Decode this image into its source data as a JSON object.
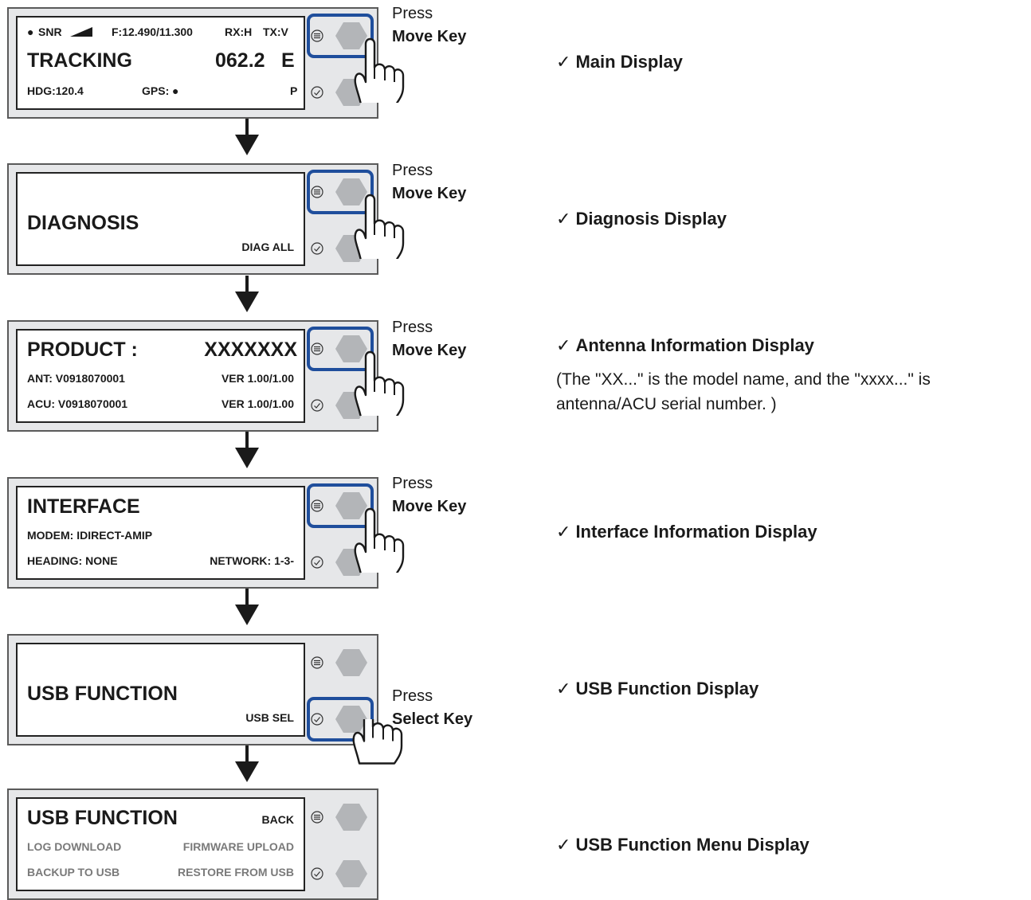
{
  "steps": [
    {
      "lcd": {
        "l1a": "SNR",
        "l1b": "F:12.490/11.300",
        "l1c": "RX:H",
        "l1d": "TX:V",
        "big": "TRACKING",
        "bigval": "062.2",
        "bigdir": "E",
        "l3a": "HDG:120.4",
        "l3b": "GPS:",
        "l3c": "P"
      },
      "press": "Press",
      "key": "Move Key",
      "desc": "Main Display"
    },
    {
      "lcd": {
        "big": "DIAGNOSIS",
        "l3": "DIAG ALL"
      },
      "press": "Press",
      "key": "Move Key",
      "desc": "Diagnosis Display"
    },
    {
      "lcd": {
        "big": "PRODUCT :",
        "bigval": "XXXXXXX",
        "l2a": "ANT: V0918070001",
        "l2b": "VER 1.00/1.00",
        "l3a": "ACU: V0918070001",
        "l3b": "VER 1.00/1.00"
      },
      "press": "Press",
      "key": "Move Key",
      "desc": "Antenna Information Display",
      "note": "(The \"XX...\" is the model name, and the \"xxxx...\" is antenna/ACU serial number. )"
    },
    {
      "lcd": {
        "big": "INTERFACE",
        "l2": "MODEM: IDIRECT-AMIP",
        "l3a": "HEADING: NONE",
        "l3b": "NETWORK: 1-3-"
      },
      "press": "Press",
      "key": "Move Key",
      "desc": "Interface Information Display"
    },
    {
      "lcd": {
        "big": "USB FUNCTION",
        "l3": "USB SEL"
      },
      "press": "Press",
      "key": "Select Key",
      "desc": "USB Function Display"
    },
    {
      "lcd": {
        "big": "USB FUNCTION",
        "back": "BACK",
        "l2a": "LOG DOWNLOAD",
        "l2b": "FIRMWARE UPLOAD",
        "l3a": "BACKUP TO USB",
        "l3b": "RESTORE FROM USB"
      },
      "desc": "USB Function Menu Display"
    }
  ],
  "icons": {
    "check": "✓",
    "menu": "menu-key-icon",
    "select": "select-key-icon",
    "hand": "pressing-hand-icon",
    "arrow": "down-arrow-icon"
  },
  "colors": {
    "highlight": "#1f4e9c",
    "panel": "#e6e7e9",
    "key": "#b3b5b8"
  }
}
